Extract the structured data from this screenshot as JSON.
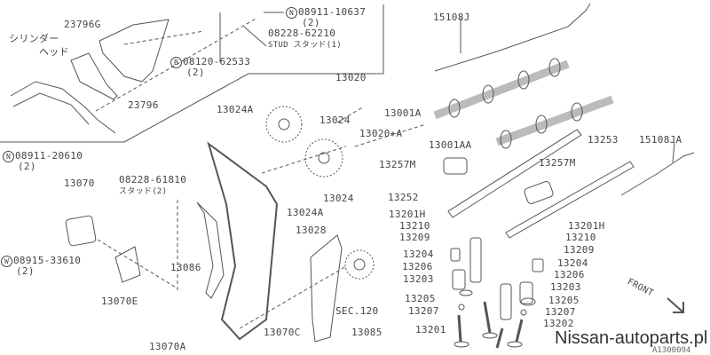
{
  "labels": {
    "p23796G": "23796G",
    "cyl1": "シリンダー",
    "cyl2": "ヘッド",
    "n1_sym": "N",
    "n1": "08911-10637",
    "n1_qty": "(2)",
    "stud1": "08228-62210",
    "stud1_desc": "STUD スタッド(1)",
    "b1_sym": "B",
    "b1": "08120-62533",
    "b1_qty": "(2)",
    "p23796": "23796",
    "p15108J": "15108J",
    "p13020": "13020",
    "p13024A_a": "13024A",
    "p13024_a": "13024",
    "p13001A": "13001A",
    "p13020A": "13020+A",
    "p13001AA": "13001AA",
    "p13253": "13253",
    "p15108JA": "15108JA",
    "n2_sym": "N",
    "n2": "08911-20610",
    "n2_qty": "(2)",
    "p13070": "13070",
    "stud2": "08228-61810",
    "stud2_desc": "スタッド(2)",
    "p13257M_a": "13257M",
    "p13257M_b": "13257M",
    "p13024_b": "13024",
    "p13024A_b": "13024A",
    "p13252": "13252",
    "p13201H_a": "13201H",
    "p13210_a": "13210",
    "p13209_a": "13209",
    "p13201H_b": "13201H",
    "p13210_b": "13210",
    "p13209_b": "13209",
    "p13028": "13028",
    "p13204_a": "13204",
    "p13206_a": "13206",
    "p13203_a": "13203",
    "p13204_b": "13204",
    "p13206_b": "13206",
    "p13203_b": "13203",
    "w1_sym": "W",
    "w1": "08915-33610",
    "w1_qty": "(2)",
    "p13086": "13086",
    "sec120": "SEC.120",
    "p13205_a": "13205",
    "p13207_a": "13207",
    "p13205_b": "13205",
    "p13207_b": "13207",
    "p13070E": "13070E",
    "p13070C": "13070C",
    "p13085": "13085",
    "p13201": "13201",
    "p13202": "13202",
    "p13070A": "13070A",
    "front": "FRONT"
  },
  "watermark": "Nissan-autoparts.pl",
  "diagram_code": "A1300094"
}
